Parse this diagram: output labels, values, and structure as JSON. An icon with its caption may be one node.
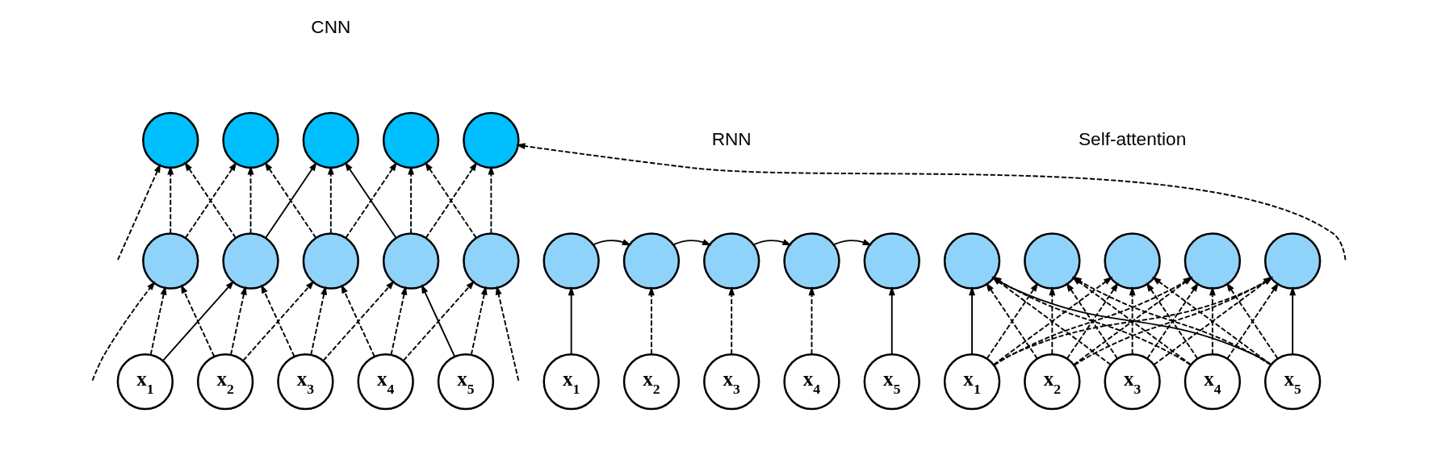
{
  "diagram": {
    "nodes": [
      {
        "text": [],
        "shape": "circle"
      },
      {
        "text": [],
        "shape": "circle"
      },
      {
        "text": [],
        "shape": "circle"
      },
      {
        "text": [],
        "shape": "circle"
      },
      {
        "text": [],
        "shape": "circle"
      },
      {
        "text": [],
        "shape": "circle"
      },
      {
        "text": [],
        "shape": "circle"
      },
      {
        "text": [],
        "shape": "circle"
      },
      {
        "text": [],
        "shape": "circle"
      },
      {
        "text": [],
        "shape": "circle"
      },
      {
        "text": [
          "x$_{1}$"
        ]
      },
      {
        "text": [
          "x$_{2}$"
        ]
      },
      {
        "text": [
          "x$_{3}$"
        ]
      },
      {
        "text": [
          "x$_{4}$"
        ]
      },
      {
        "text": [
          "x$_{5}$"
        ]
      },
      {
        "text": [],
        "shape": "circle"
      },
      {
        "text": [],
        "shape": "circle"
      },
      {
        "text": [],
        "shape": "circle"
      },
      {
        "text": [],
        "shape": "circle"
      },
      {
        "text": [],
        "shape": "circle"
      },
      {
        "text": [
          "x$_{1}$"
        ]
      },
      {
        "text": [
          "x$_{2}$"
        ]
      },
      {
        "text": [
          "x$_{3}$"
        ]
      },
      {
        "text": [
          "x$_{4}$"
        ]
      },
      {
        "text": [
          "x$_{5}$"
        ]
      },
      {
        "text": [],
        "shape": "circle"
      },
      {
        "text": [],
        "shape": "circle"
      },
      {
        "text": [],
        "shape": "circle"
      },
      {
        "text": [],
        "shape": "circle"
      },
      {
        "text": [],
        "shape": "circle"
      },
      {
        "text": [
          "x$_{1}$"
        ]
      },
      {
        "text": [
          "x$_{2}$"
        ]
      },
      {
        "text": [
          "x$_{3}$"
        ]
      },
      {
        "text": [
          "x$_{4}$"
        ]
      },
      {
        "text": [
          "x$_{5}$"
        ]
      }
    ],
    "edges": [
      {
        "from": null,
        "to": 5,
        "arrow": "to",
        "style": "dashed"
      },
      {
        "from": 10,
        "to": 5,
        "arrow": "to",
        "style": "dashed"
      },
      {
        "from": 11,
        "to": 5,
        "arrow": "to",
        "style": "dashed"
      },
      {
        "from": 10,
        "to": 6,
        "arrow": "to"
      },
      {
        "from": 11,
        "to": 6,
        "arrow": "to",
        "style": "dashed"
      },
      {
        "from": 12,
        "to": 6,
        "arrow": "to",
        "style": "dashed"
      },
      {
        "from": 11,
        "to": 7,
        "arrow": "to",
        "style": "dashed"
      },
      {
        "from": 12,
        "to": 7,
        "arrow": "to",
        "style": "dashed"
      },
      {
        "from": 13,
        "to": 7,
        "arrow": "to",
        "style": "dashed"
      },
      {
        "from": 12,
        "to": 8,
        "arrow": "to",
        "style": "dashed"
      },
      {
        "from": 13,
        "to": 8,
        "arrow": "to",
        "style": "dashed"
      },
      {
        "from": 14,
        "to": 8,
        "arrow": "to"
      },
      {
        "from": 13,
        "to": 9,
        "arrow": "to",
        "style": "dashed"
      },
      {
        "from": 14,
        "to": 9,
        "arrow": "to",
        "style": "dashed"
      },
      {
        "from": null,
        "to": 9,
        "arrow": "to",
        "style": "dashed"
      },
      {
        "from": null,
        "to": 0,
        "arrow": "to",
        "style": "dashed"
      },
      {
        "from": 5,
        "to": 0,
        "arrow": "to",
        "style": "dashed"
      },
      {
        "from": 6,
        "to": 0,
        "arrow": "to",
        "style": "dashed"
      },
      {
        "from": 5,
        "to": 1,
        "arrow": "to",
        "style": "dashed"
      },
      {
        "from": 6,
        "to": 1,
        "arrow": "to",
        "style": "dashed"
      },
      {
        "from": 7,
        "to": 1,
        "arrow": "to",
        "style": "dashed"
      },
      {
        "from": 6,
        "to": 2,
        "arrow": "to"
      },
      {
        "from": 7,
        "to": 2,
        "arrow": "to",
        "style": "dashed"
      },
      {
        "from": 8,
        "to": 2,
        "arrow": "to"
      },
      {
        "from": 7,
        "to": 3,
        "arrow": "to",
        "style": "dashed"
      },
      {
        "from": 8,
        "to": 3,
        "arrow": "to",
        "style": "dashed"
      },
      {
        "from": 9,
        "to": 3,
        "arrow": "to",
        "style": "dashed"
      },
      {
        "from": 8,
        "to": 4,
        "arrow": "to",
        "style": "dashed"
      },
      {
        "from": 9,
        "to": 4,
        "arrow": "to",
        "style": "dashed"
      },
      {
        "from": null,
        "to": 4,
        "arrow": "to",
        "style": "dashed"
      },
      {
        "from": 20,
        "to": 15,
        "arrow": "to"
      },
      {
        "from": 21,
        "to": 16,
        "arrow": "to",
        "style": "dashed"
      },
      {
        "from": 22,
        "to": 17,
        "arrow": "to",
        "style": "dashed"
      },
      {
        "from": 23,
        "to": 18,
        "arrow": "to",
        "style": "dashed"
      },
      {
        "from": 24,
        "to": 19,
        "arrow": "to"
      },
      {
        "from": 15,
        "to": 16,
        "arrow": "to"
      },
      {
        "from": 16,
        "to": 17,
        "arrow": "to"
      },
      {
        "from": 17,
        "to": 18,
        "arrow": "to"
      },
      {
        "from": 18,
        "to": 19,
        "arrow": "to"
      },
      {
        "from": 30,
        "to": 25,
        "arrow": "to"
      },
      {
        "from": 31,
        "to": 25,
        "arrow": "to",
        "style": "dashed"
      },
      {
        "from": 32,
        "to": 25,
        "arrow": "to",
        "style": "dashed"
      },
      {
        "from": 33,
        "to": 25,
        "arrow": "to",
        "style": "dashed"
      },
      {
        "from": 34,
        "to": 25,
        "arrow": "to"
      },
      {
        "from": 30,
        "to": 26,
        "arrow": "to",
        "style": "dashed"
      },
      {
        "from": 31,
        "to": 26,
        "arrow": "to",
        "style": "dashed"
      },
      {
        "from": 32,
        "to": 26,
        "arrow": "to",
        "style": "dashed"
      },
      {
        "from": 33,
        "to": 26,
        "arrow": "to",
        "style": "dashed"
      },
      {
        "from": 34,
        "to": 26,
        "arrow": "to",
        "style": "dashed"
      },
      {
        "from": 30,
        "to": 27,
        "arrow": "to",
        "style": "dashed"
      },
      {
        "from": 31,
        "to": 27,
        "arrow": "to",
        "style": "dashed"
      },
      {
        "from": 32,
        "to": 27,
        "arrow": "to",
        "style": "dashed"
      },
      {
        "from": 33,
        "to": 27,
        "arrow": "to",
        "style": "dashed"
      },
      {
        "from": 34,
        "to": 27,
        "arrow": "to",
        "style": "dashed"
      },
      {
        "from": 30,
        "to": 28,
        "arrow": "to",
        "style": "dashed"
      },
      {
        "from": 31,
        "to": 28,
        "arrow": "to",
        "style": "dashed"
      },
      {
        "from": 32,
        "to": 28,
        "arrow": "to",
        "style": "dashed"
      },
      {
        "from": 33,
        "to": 28,
        "arrow": "to",
        "style": "dashed"
      },
      {
        "from": 34,
        "to": 28,
        "arrow": "to",
        "style": "dashed"
      },
      {
        "from": 30,
        "to": 29,
        "arrow": "to",
        "style": "dashed"
      },
      {
        "from": 31,
        "to": 29,
        "arrow": "to",
        "style": "dashed"
      },
      {
        "from": 32,
        "to": 29,
        "arrow": "to",
        "style": "dashed"
      },
      {
        "from": 33,
        "to": 29,
        "arrow": "to",
        "style": "dashed"
      },
      {
        "from": 34,
        "to": 29,
        "arrow": "to"
      }
    ],
    "labels": [
      "CNN",
      "RNN",
      "Self-attention"
    ]
  }
}
